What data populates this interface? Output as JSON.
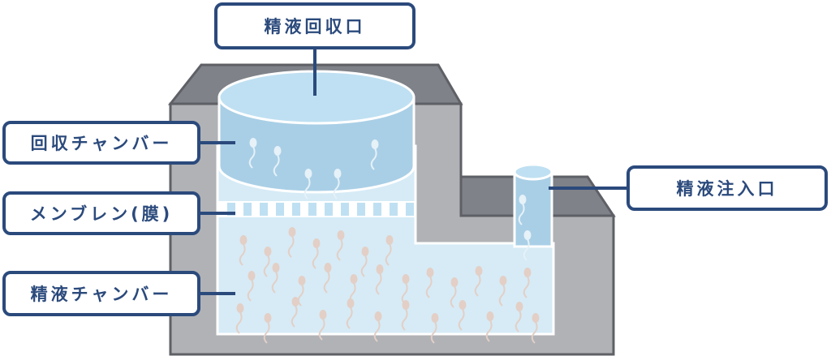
{
  "labels": {
    "collection_port": "精液回収口",
    "collection_chamber": "回収チャンバー",
    "membrane": "メンブレン(膜)",
    "semen_chamber": "精液チャンバー",
    "injection_port": "精液注入口"
  },
  "colors": {
    "outline": "#2b4a7c",
    "device_body": "#b0b2b6",
    "device_top": "#7f8288",
    "device_outline": "#5e6066",
    "liquid_light": "#d6ebf6",
    "liquid_medium": "#a9cfe6",
    "sperm": "#e3cfc6"
  }
}
